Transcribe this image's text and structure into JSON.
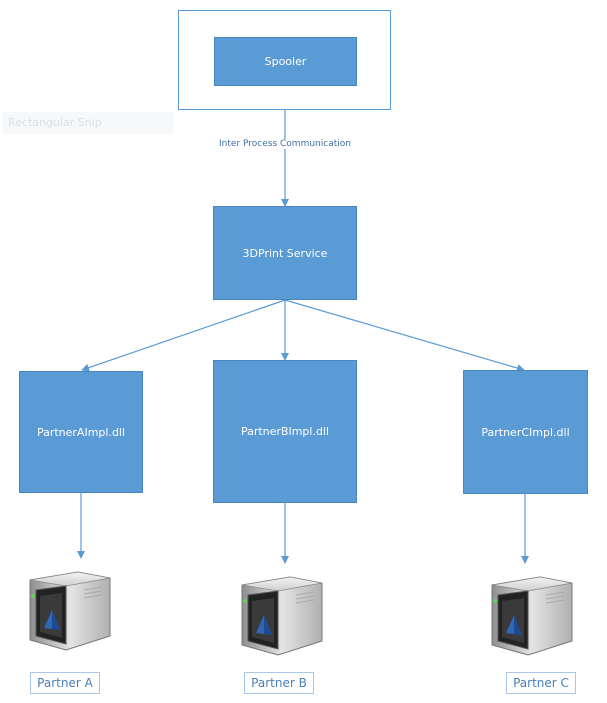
{
  "diagram": {
    "snip_watermark": "Rectangular Snip",
    "spooler_label": "Spooler",
    "ipc_label": "Inter Process Communication",
    "service_label": "3DPrint Service",
    "partners": [
      {
        "dll_label": "PartnerAImpl.dll",
        "name": "Partner A",
        "icon": "3d-printer-icon"
      },
      {
        "dll_label": "PartnerBImpl.dll",
        "name": "Partner B",
        "icon": "3d-printer-icon"
      },
      {
        "dll_label": "PartnerCImpl.dll",
        "name": "Partner C",
        "icon": "3d-printer-icon"
      }
    ],
    "colors": {
      "box_fill": "#5b9bd5",
      "connector": "#5b9bd5",
      "label_text": "#4a7fb8"
    }
  }
}
